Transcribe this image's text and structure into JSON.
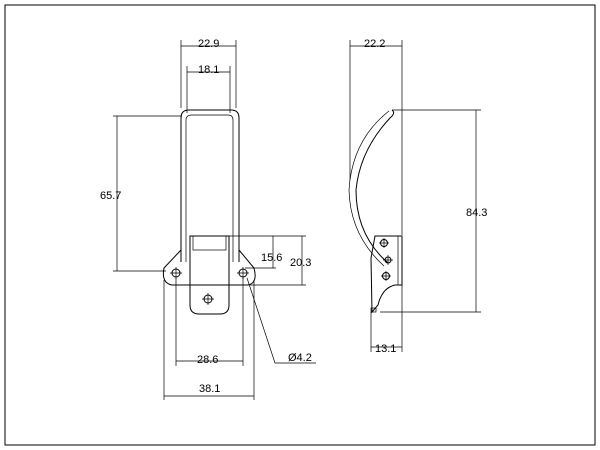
{
  "drawing": {
    "front_view": {
      "dimensions": {
        "outer_width": "22.9",
        "inner_width": "18.1",
        "loop_height": "65.7",
        "tongue_height": "15.6",
        "plate_height": "20.3",
        "hole_spacing": "28.6",
        "plate_width": "38.1",
        "hole_diameter": "Ø4.2"
      }
    },
    "side_view": {
      "dimensions": {
        "depth": "22.2",
        "overall_height": "84.3",
        "base_depth": "13.1"
      }
    }
  }
}
